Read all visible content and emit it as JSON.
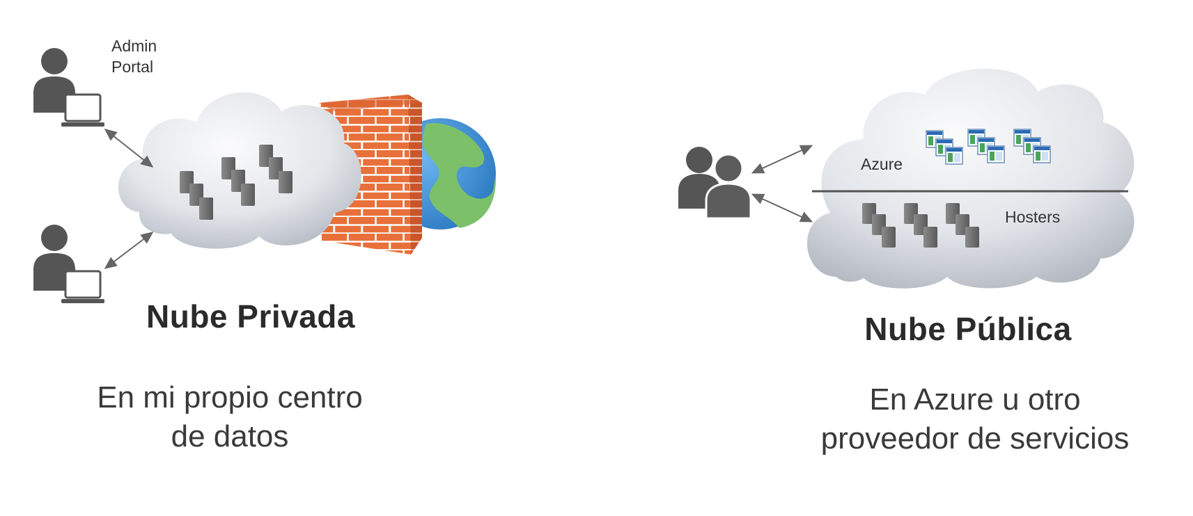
{
  "private_cloud": {
    "admin_label_line1": "Admin",
    "admin_label_line2": "Portal",
    "title": "Nube Privada",
    "subtitle_line1": "En mi propio centro",
    "subtitle_line2": "de datos",
    "icons": [
      "user-with-laptop-icon",
      "cloud-icon",
      "server-rack-icon",
      "firewall-brick-wall-icon",
      "globe-icon",
      "double-arrow-icon"
    ]
  },
  "public_cloud": {
    "azure_label": "Azure",
    "hosters_label": "Hosters",
    "title": "Nube Pública",
    "subtitle_line1": "En Azure u otro",
    "subtitle_line2": "proveedor de servicios",
    "icons": [
      "users-group-icon",
      "cloud-icon",
      "vm-window-icon",
      "server-rack-icon",
      "double-arrow-icon"
    ]
  },
  "colors": {
    "person": "#555555",
    "cloud_light": "#f2f3f5",
    "cloud_dark": "#b7bcc5",
    "brick": "#e8703a",
    "mortar": "#ffffff",
    "globe_ocean": "#3c8fd6",
    "globe_land": "#7cc06a",
    "server": "#6f6f6f",
    "vm_blue": "#2b6bb5",
    "vm_green": "#4ca35a"
  }
}
